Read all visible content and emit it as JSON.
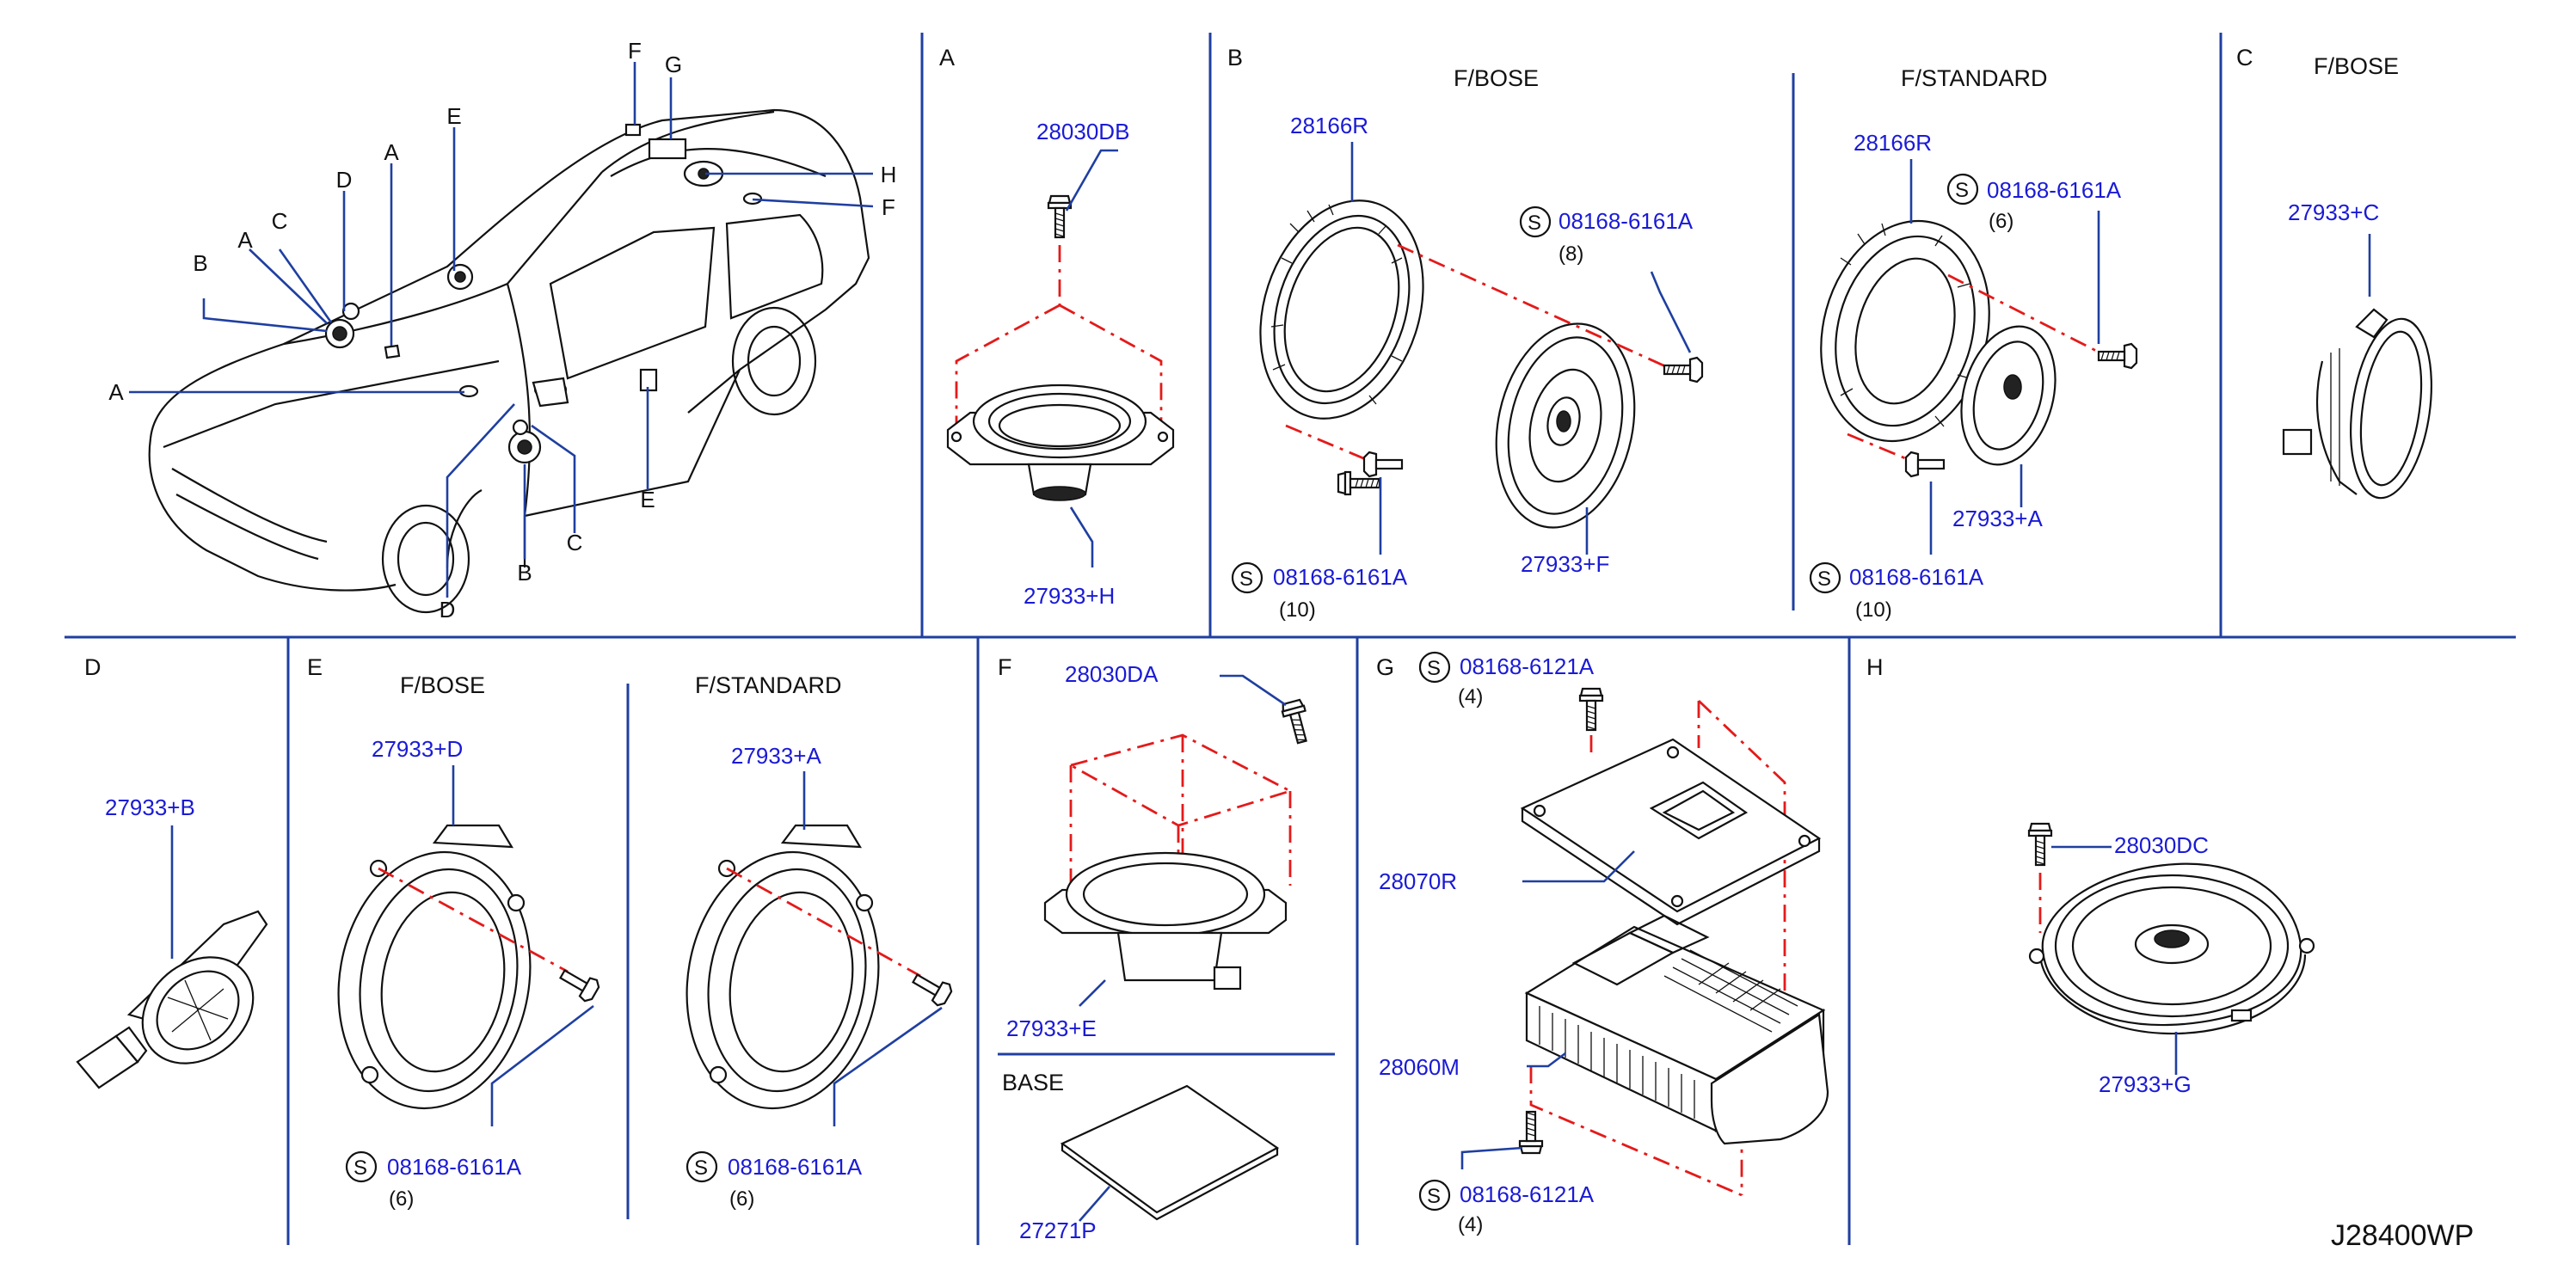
{
  "drawing_code": "J28400WP",
  "overview": {
    "callouts": [
      "F",
      "G",
      "E",
      "A",
      "D",
      "C",
      "A",
      "B",
      "A",
      "H",
      "F",
      "E",
      "C",
      "B",
      "D"
    ]
  },
  "sections": {
    "A": {
      "letter": "A",
      "parts": [
        "28030DB",
        "27933+H"
      ]
    },
    "B": {
      "letter": "B",
      "left_title": "F/BOSE",
      "right_title": "F/STANDARD",
      "left_parts": {
        "ring": "28166R",
        "screw_top": "08168-6161A",
        "screw_top_qty": "(8)",
        "screw_bottom": "08168-6161A",
        "screw_bottom_qty": "(10)",
        "speaker": "27933+F"
      },
      "right_parts": {
        "ring": "28166R",
        "screw_top": "08168-6161A",
        "screw_top_qty": "(6)",
        "screw_bottom": "08168-6161A",
        "screw_bottom_qty": "(10)",
        "speaker": "27933+A"
      }
    },
    "C": {
      "letter": "C",
      "title": "F/BOSE",
      "part": "27933+C"
    },
    "D": {
      "letter": "D",
      "part": "27933+B"
    },
    "E": {
      "letter": "E",
      "left_title": "F/BOSE",
      "right_title": "F/STANDARD",
      "left_part": "27933+D",
      "left_screw": "08168-6161A",
      "left_qty": "(6)",
      "right_part": "27933+A",
      "right_screw": "08168-6161A",
      "right_qty": "(6)"
    },
    "F": {
      "letter": "F",
      "parts": [
        "28030DA",
        "27933+E"
      ],
      "base_title": "BASE",
      "base_part": "27271P"
    },
    "G": {
      "letter": "G",
      "screw_top": "08168-6121A",
      "screw_top_qty": "(4)",
      "bracket": "28070R",
      "amp": "28060M",
      "screw_bottom": "08168-6121A",
      "screw_bottom_qty": "(4)"
    },
    "H": {
      "letter": "H",
      "parts": [
        "28030DC",
        "27933+G"
      ]
    }
  },
  "standard_symbol": "S"
}
